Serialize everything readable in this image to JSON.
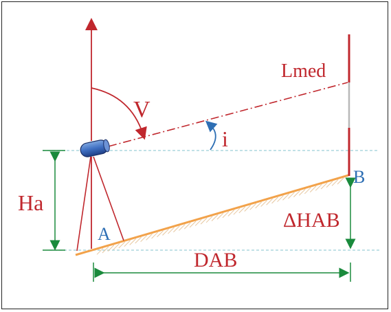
{
  "labels": {
    "vertical_angle": "V",
    "inclination_angle": "i",
    "rod_reading": "Lmed",
    "instrument_height": "Ha",
    "point_a": "A",
    "point_b": "B",
    "height_difference": "ΔHAB",
    "horizontal_distance": "DAB"
  },
  "colors": {
    "red": "#c0272d",
    "green": "#1a8a3c",
    "blue": "#2e6fb4",
    "ground": "#f2a24a",
    "hatch": "#e7c79f",
    "dashed_level": "#9ccfd6"
  }
}
